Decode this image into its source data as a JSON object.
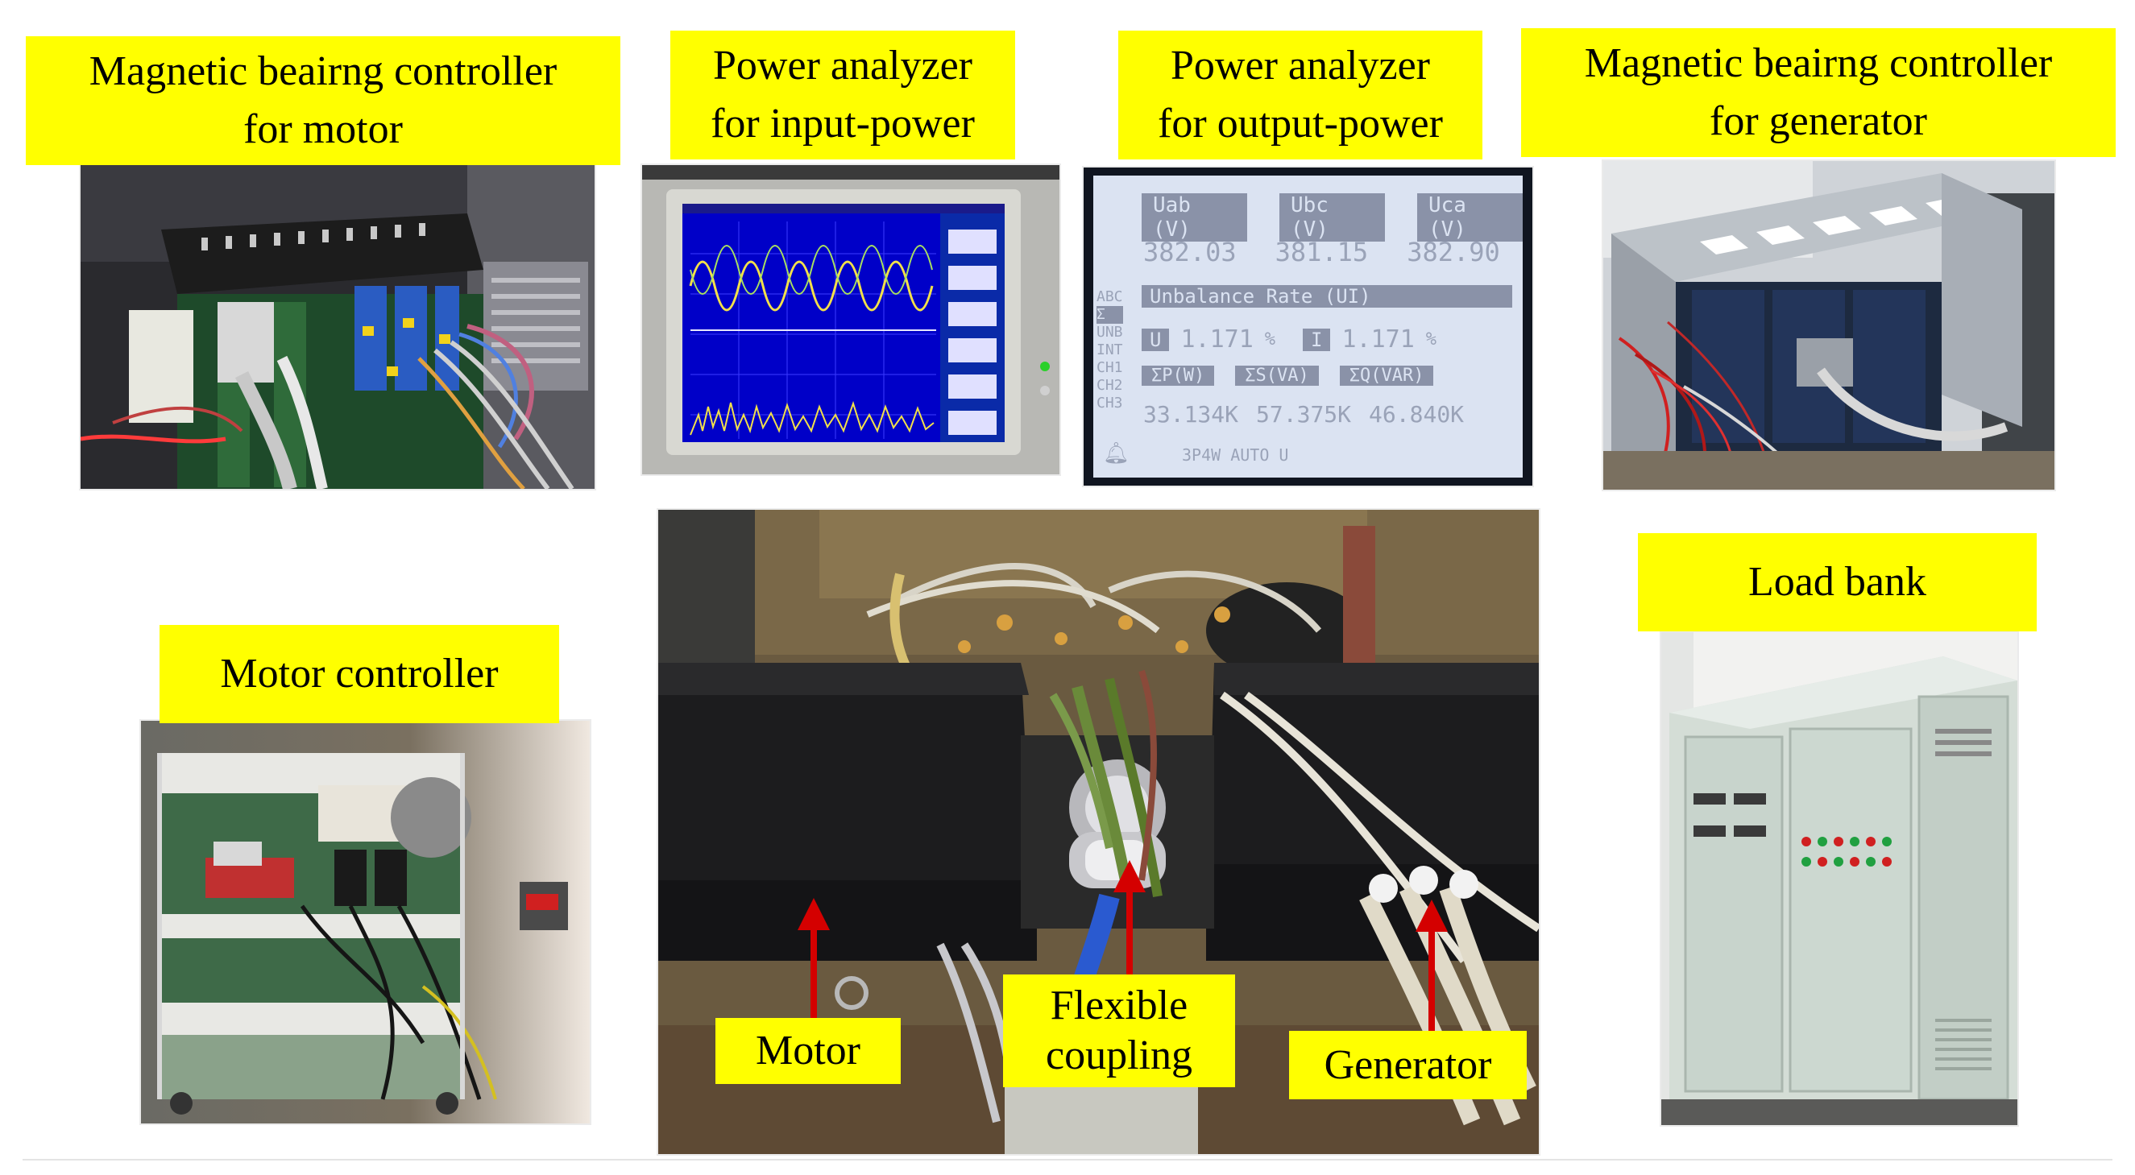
{
  "labels": {
    "mb_motor": {
      "line1": "Magnetic beairng controller",
      "line2": "for motor"
    },
    "pa_input": {
      "line1": "Power analyzer",
      "line2": "for input-power"
    },
    "pa_output": {
      "line1": "Power analyzer",
      "line2": "for output-power"
    },
    "mb_generator": {
      "line1": "Magnetic beairng controller",
      "line2": "for generator"
    },
    "motor_controller": "Motor controller",
    "load_bank": "Load bank",
    "motor": "Motor",
    "flexible_coupling": {
      "line1": "Flexible",
      "line2": "coupling"
    },
    "generator": "Generator"
  },
  "analyzer_screen": {
    "headers": [
      "Uab (V)",
      "Ubc (V)",
      "Uca (V)"
    ],
    "voltages": [
      "382.03",
      "381.15",
      "382.90"
    ],
    "unbalance_title": "Unbalance Rate (UI)",
    "u_label": "U",
    "u_value": "1.171",
    "i_label": "I",
    "i_value": "1.171",
    "pct": "%",
    "power_headers": [
      "ΣP(W)",
      "ΣS(VA)",
      "ΣQ(VAR)"
    ],
    "power_values": [
      "33.134K",
      "57.375K",
      "46.840K"
    ],
    "side_labels": [
      "ABC",
      "Σ",
      "UNB",
      "INT",
      "CH1",
      "CH2",
      "CH3"
    ],
    "footer": "3P4W  AUTO U"
  },
  "colors": {
    "label_bg": "#ffff00",
    "arrow": "#d40000",
    "screen_bg": "#dbe3f2",
    "scope_bg": "#0000c8"
  }
}
